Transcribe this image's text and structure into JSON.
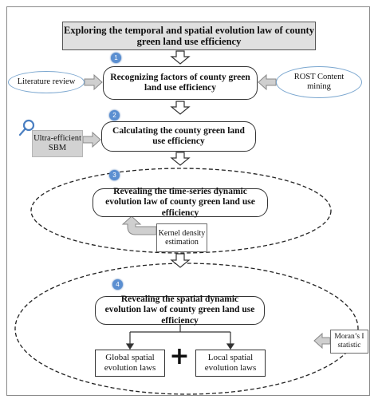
{
  "title": "Exploring the temporal and spatial evolution law of county green land use efficiency",
  "steps": {
    "s1": {
      "number": "1",
      "label": "Recognizing factors of county green land use efficiency"
    },
    "s2": {
      "number": "2",
      "label": "Calculating the county green land use efficiency"
    },
    "s3": {
      "number": "3",
      "label": "Revealing the time-series dynamic evolution law of county green land use efficiency"
    },
    "s4": {
      "number": "4",
      "label": "Revealing the spatial dynamic evolution law of county green land use efficiency"
    }
  },
  "inputs": {
    "literature_review": "Literature review",
    "rost": "ROST Content mining",
    "sbm": "Ultra-efficient SBM",
    "kernel": "Kernel density estimation",
    "moran": "Moran’s I statistic"
  },
  "results": {
    "global": "Global spatial evolution laws",
    "local": "Local spatial evolution laws"
  },
  "colors": {
    "step_badge": "#5b8fd1",
    "oval_border": "#7aa6cf",
    "title_fill": "#e0e0e0",
    "arrow_fill": "#cfcfcf"
  },
  "icons": {
    "magnifier": "magnifier-icon",
    "plus": "plus-sign"
  }
}
